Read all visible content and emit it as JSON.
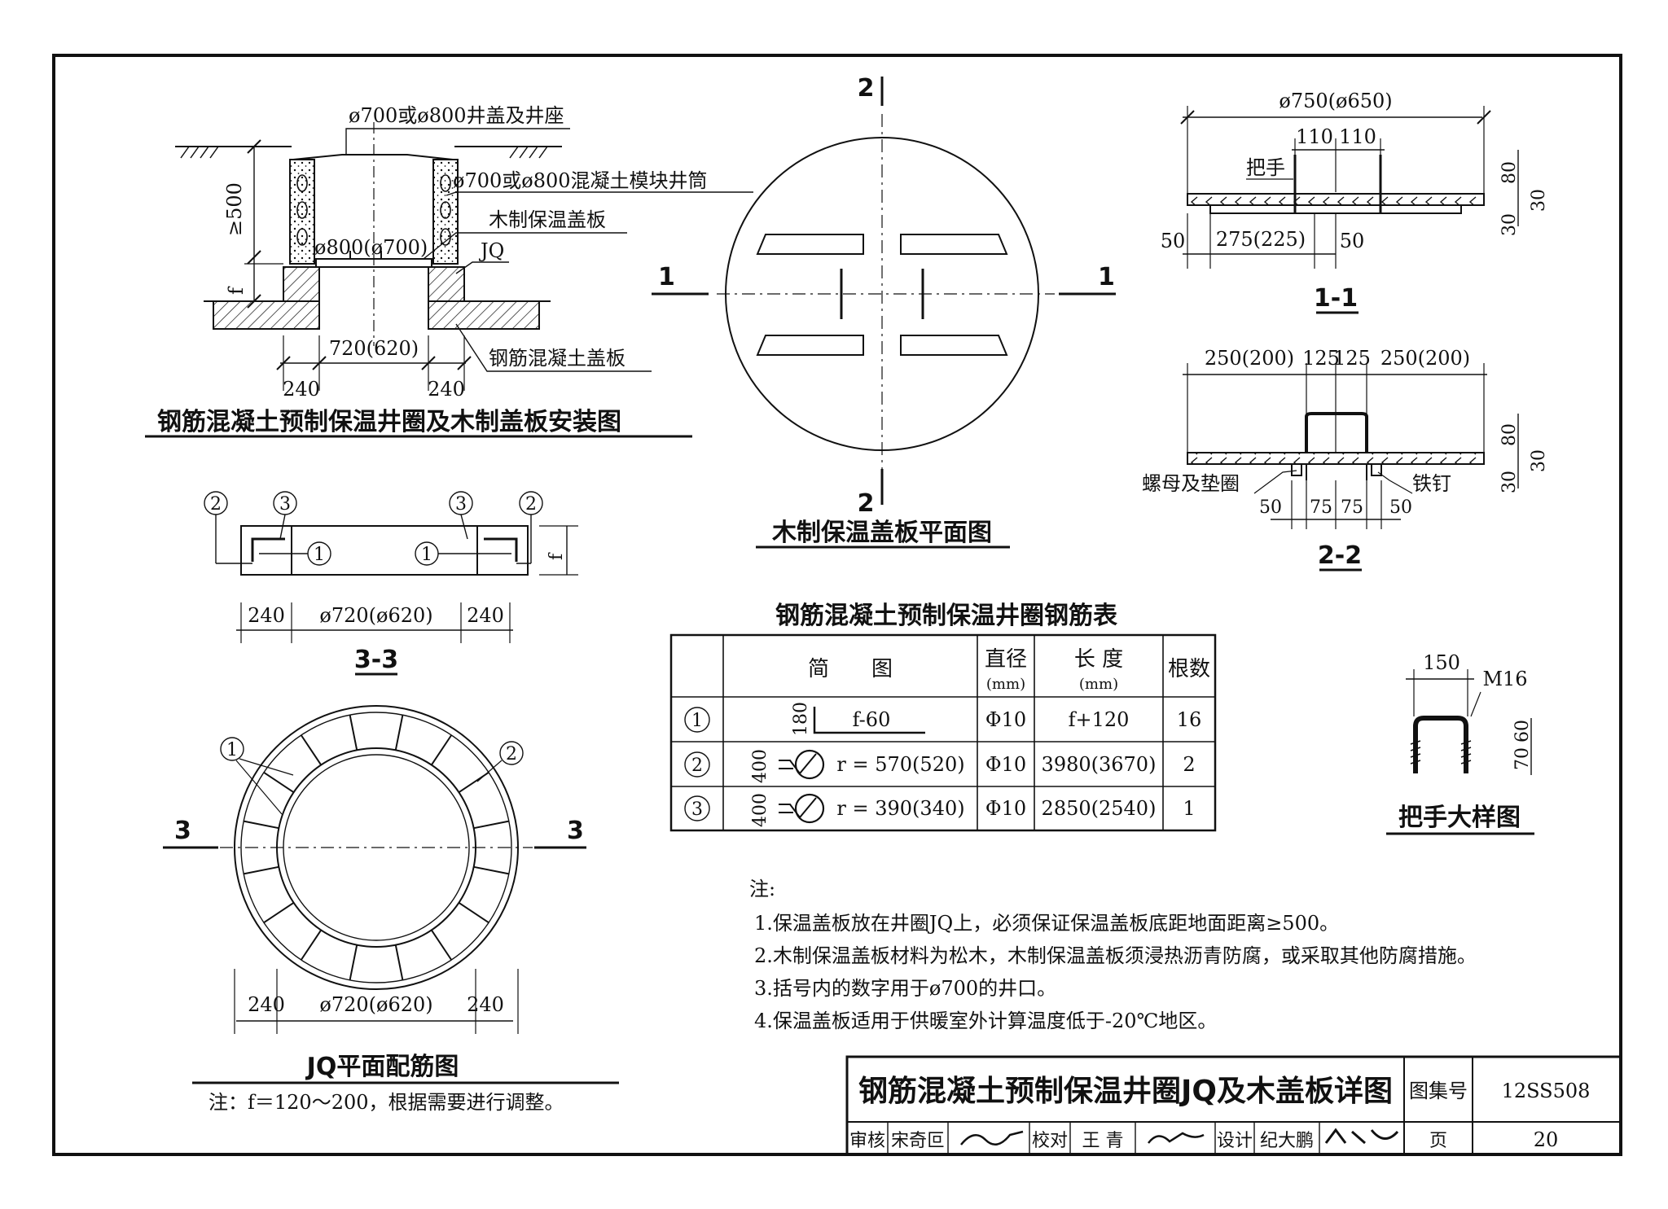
{
  "install": {
    "lbl_cover_seat": "ø700或ø800井盖及井座",
    "lbl_shaft": "ø700或ø800混凝土模块井筒",
    "lbl_board": "木制保温盖板",
    "lbl_jq": "JQ",
    "lbl_rc_cover": "钢筋混凝土盖板",
    "dim_height": "≥500",
    "dim_inner": "ø800(ø700)",
    "dim_f": "f",
    "dim_span": "720(620)",
    "dim_left": "240",
    "dim_right": "240",
    "title": "钢筋混凝土预制保温井圈及木制盖板安装图"
  },
  "plan": {
    "cut1_left": "1",
    "cut1_right": "1",
    "cut2_top": "2",
    "cut2_bottom": "2",
    "title": "木制保温盖板平面图"
  },
  "sec11": {
    "dim_total": "ø750(ø650)",
    "dim_a": "110",
    "dim_b": "110",
    "lbl_handle": "把手",
    "dim_50a": "50",
    "dim_mid": "275(225)",
    "dim_50b": "50",
    "dim_80": "80",
    "dim_30a": "30",
    "dim_30b": "30",
    "title": "1-1"
  },
  "sec22": {
    "dim_a": "250(200)",
    "dim_b": "125",
    "dim_c": "125",
    "dim_d": "250(200)",
    "lbl_nut": "螺母及垫圈",
    "lbl_nail": "铁钉",
    "dim_50a": "50",
    "dim_75a": "75",
    "dim_75b": "75",
    "dim_50b": "50",
    "dim_80": "80",
    "dim_30a": "30",
    "dim_30b": "30",
    "title": "2-2"
  },
  "sec33": {
    "c2l": "2",
    "c3l": "3",
    "c3r": "3",
    "c2r": "2",
    "c1l": "1",
    "c1r": "1",
    "dim_f": "f",
    "dim_left": "240",
    "dim_mid": "ø720(ø620)",
    "dim_right": "240",
    "title": "3-3"
  },
  "jq": {
    "c1": "1",
    "c2": "2",
    "cut_left": "3",
    "cut_right": "3",
    "dim_left": "240",
    "dim_mid": "ø720(ø620)",
    "dim_right": "240",
    "title": "JQ平面配筋图",
    "note": "注：f＝120～200，根据需要进行调整。"
  },
  "table": {
    "title": "钢筋混凝土预制保温井圈钢筋表",
    "h_sketch": "简　　图",
    "h_dia": "直径",
    "h_dia_unit": "(mm)",
    "h_len": "长 度",
    "h_len_unit": "(mm)",
    "h_count": "根数",
    "rows": [
      {
        "no": "1",
        "dim": "180",
        "sketch": "f-60",
        "dia": "Φ10",
        "len": "f+120",
        "count": "16"
      },
      {
        "no": "2",
        "dim": "400",
        "sketch": "r = 570(520)",
        "dia": "Φ10",
        "len": "3980(3670)",
        "count": "2"
      },
      {
        "no": "3",
        "dim": "400",
        "sketch": "r = 390(340)",
        "dia": "Φ10",
        "len": "2850(2540)",
        "count": "1"
      }
    ]
  },
  "handle": {
    "dim_w": "150",
    "lbl_m16": "M16",
    "dim_60": "60",
    "dim_70": "70",
    "title": "把手大样图"
  },
  "notes": {
    "head": "注:",
    "items": [
      "1.保温盖板放在井圈JQ上，必须保证保温盖板底距地面距离≥500。",
      "2.木制保温盖板材料为松木，木制保温盖板须浸热沥青防腐，或采取其他防腐措施。",
      "3.括号内的数字用于ø700的井口。",
      "4.保温盖板适用于供暖室外计算温度低于-20℃地区。"
    ]
  },
  "titleblock": {
    "title": "钢筋混凝土预制保温井圈JQ及木盖板详图",
    "atlas_label": "图集号",
    "atlas_no": "12SS508",
    "review_label": "审核",
    "review_name": "宋奇叵",
    "check_label": "校对",
    "check_name": "王 青",
    "design_label": "设计",
    "design_name": "纪大鹏",
    "page_label": "页",
    "page_no": "20"
  }
}
